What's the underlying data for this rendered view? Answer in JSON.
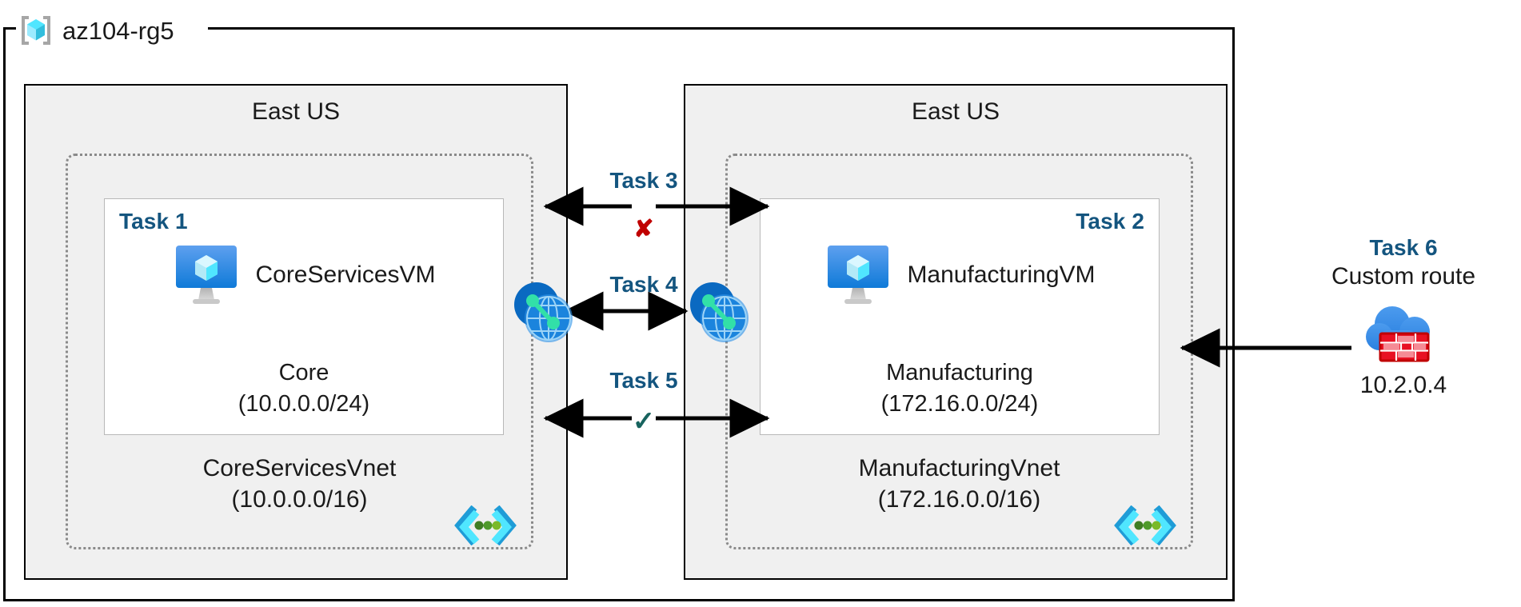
{
  "diagram": {
    "resource_group": {
      "name": "az104-rg5",
      "icon": "azure-resource-group-icon"
    },
    "regions": [
      {
        "id": "left",
        "label": "East US"
      },
      {
        "id": "right",
        "label": "East US"
      }
    ],
    "vnets": [
      {
        "id": "core",
        "name": "CoreServicesVnet",
        "cidr": "(10.0.0.0/16)",
        "icon": "vnet-icon",
        "subnet": {
          "task": "Task 1",
          "task_align": "left",
          "vm_name": "CoreServicesVM",
          "vm_icon": "virtual-machine-icon",
          "subnet_name": "Core",
          "subnet_cidr": "(10.0.0.0/24)"
        },
        "peering_icon": "vnet-peering-icon"
      },
      {
        "id": "manufacturing",
        "name": "ManufacturingVnet",
        "cidr": "(172.16.0.0/16)",
        "icon": "vnet-icon",
        "subnet": {
          "task": "Task 2",
          "task_align": "right",
          "vm_name": "ManufacturingVM",
          "vm_icon": "virtual-machine-icon",
          "subnet_name": "Manufacturing",
          "subnet_cidr": "(172.16.0.0/24)"
        },
        "peering_icon": "vnet-peering-icon"
      }
    ],
    "center_tasks": [
      {
        "id": "task3",
        "label": "Task 3",
        "marker": "✘",
        "marker_type": "x",
        "arrows": "split"
      },
      {
        "id": "task4",
        "label": "Task 4",
        "marker": "",
        "marker_type": "none",
        "arrows": "double"
      },
      {
        "id": "task5",
        "label": "Task 5",
        "marker": "✓",
        "marker_type": "check",
        "arrows": "split"
      }
    ],
    "task6": {
      "title": "Task 6",
      "subtitle": "Custom route",
      "icon": "firewall-icon",
      "ip": "10.2.0.4"
    },
    "colors": {
      "task_blue": "#14557f",
      "x_red": "#c00000",
      "check_green": "#17635e",
      "region_fill": "#f0f0f0",
      "azure_blue": "#0078d4",
      "cyan": "#32c5f4"
    }
  }
}
